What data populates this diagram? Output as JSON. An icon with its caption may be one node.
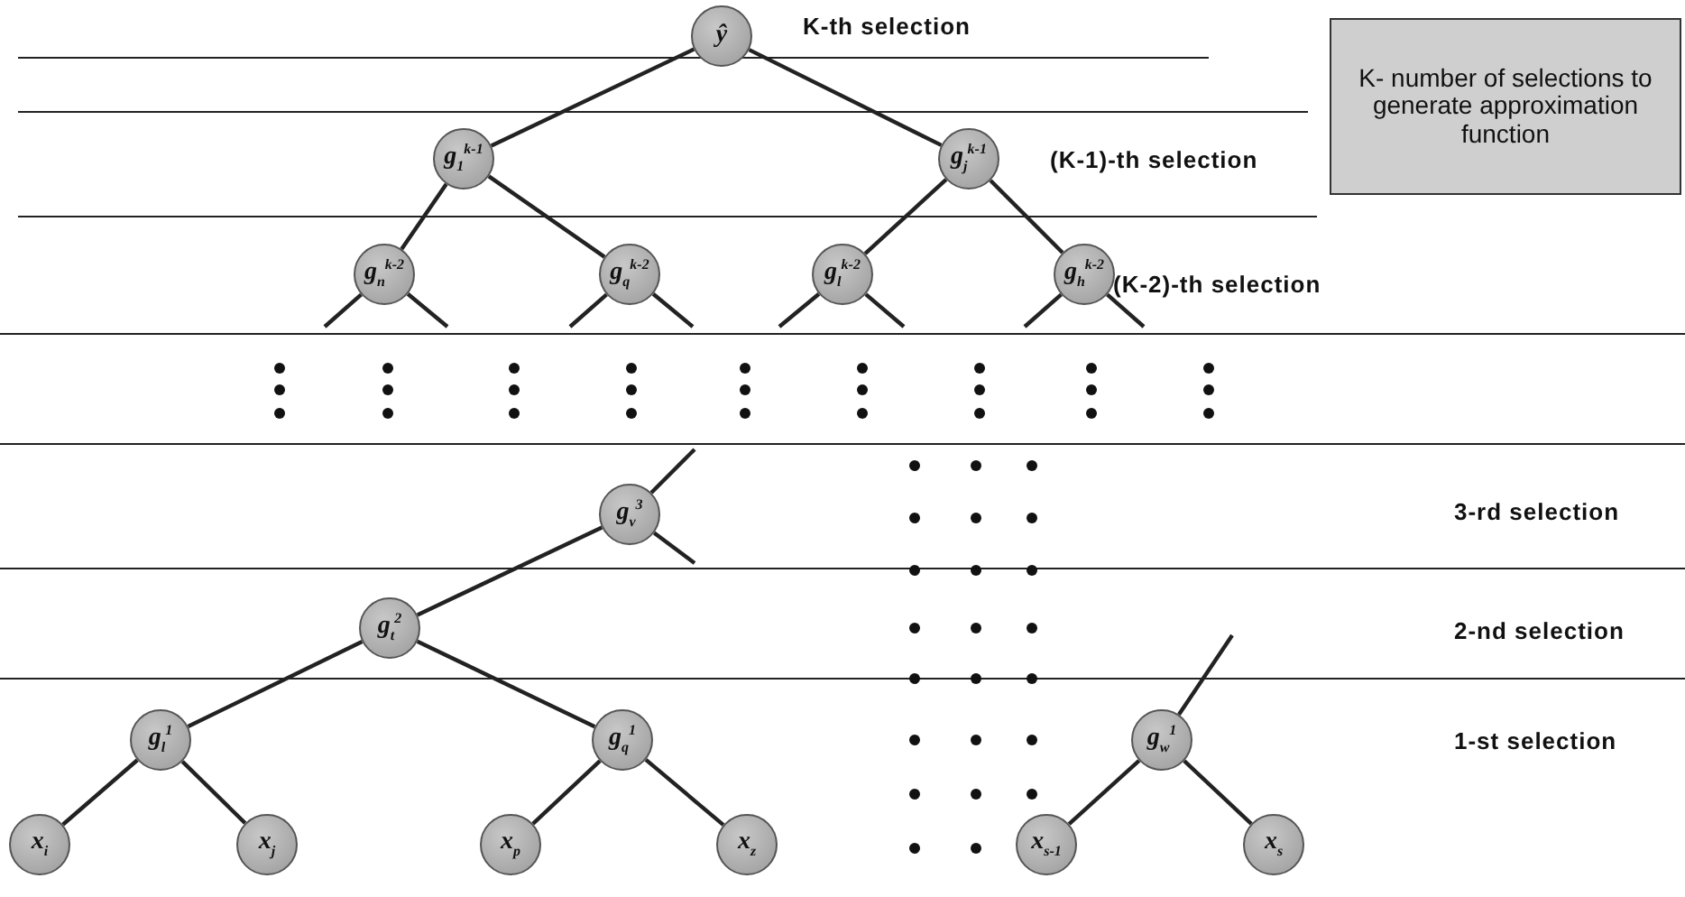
{
  "diagram": {
    "nodes": [
      {
        "text": [
          "ŷ"
        ]
      },
      {
        "text": [
          "g$_{1}$$^{k-1}$"
        ]
      },
      {
        "text": [
          "g$_{j}$$^{k-1}$"
        ]
      },
      {
        "text": [
          "g$_{n}$$^{k-2}$"
        ]
      },
      {
        "text": [
          "g$_{q}$$^{k-2}$"
        ]
      },
      {
        "text": [
          "g$_{l}$$^{k-2}$"
        ]
      },
      {
        "text": [
          "g$_{h}$$^{k-2}$"
        ]
      },
      {
        "text": [
          "g$_{v}$$^{3}$"
        ]
      },
      {
        "text": [
          "g$_{t}$$^{2}$"
        ]
      },
      {
        "text": [
          "g$_{l}$$^{1}$"
        ]
      },
      {
        "text": [
          "g$_{q}$$^{1}$"
        ]
      },
      {
        "text": [
          "g$_{w}$$^{1}$"
        ]
      },
      {
        "text": [
          "x$_{i}$"
        ]
      },
      {
        "text": [
          "x$_{j}$"
        ]
      },
      {
        "text": [
          "x$_{p}$"
        ]
      },
      {
        "text": [
          "x$_{z}$"
        ]
      },
      {
        "text": [
          "x$_{s-1}$"
        ]
      },
      {
        "text": [
          "x$_{s}$"
        ]
      },
      {
        "text": [
          "K- number of selections to generate approximation function"
        ]
      }
    ],
    "edges": [
      {
        "from": 0,
        "to": 1,
        "arrow": "none"
      },
      {
        "from": 0,
        "to": 2,
        "arrow": "none"
      },
      {
        "from": 1,
        "to": 3,
        "arrow": "none"
      },
      {
        "from": 1,
        "to": 4,
        "arrow": "none"
      },
      {
        "from": 2,
        "to": 5,
        "arrow": "none"
      },
      {
        "from": 2,
        "to": 6,
        "arrow": "none"
      },
      {
        "from": 3,
        "to": null,
        "arrow": "none"
      },
      {
        "from": 3,
        "to": null,
        "arrow": "none"
      },
      {
        "from": 4,
        "to": null,
        "arrow": "none"
      },
      {
        "from": 4,
        "to": null,
        "arrow": "none"
      },
      {
        "from": 5,
        "to": null,
        "arrow": "none"
      },
      {
        "from": 5,
        "to": null,
        "arrow": "none"
      },
      {
        "from": 6,
        "to": null,
        "arrow": "none"
      },
      {
        "from": 6,
        "to": null,
        "arrow": "none"
      },
      {
        "from": null,
        "to": 7,
        "arrow": "none"
      },
      {
        "from": 7,
        "to": 8,
        "arrow": "none"
      },
      {
        "from": 7,
        "to": null,
        "arrow": "none"
      },
      {
        "from": 8,
        "to": 9,
        "arrow": "none"
      },
      {
        "from": 8,
        "to": 10,
        "arrow": "none"
      },
      {
        "from": null,
        "to": 11,
        "arrow": "none"
      },
      {
        "from": 9,
        "to": 12,
        "arrow": "none"
      },
      {
        "from": 9,
        "to": 13,
        "arrow": "none"
      },
      {
        "from": 10,
        "to": 14,
        "arrow": "none"
      },
      {
        "from": 10,
        "to": 15,
        "arrow": "none"
      },
      {
        "from": 11,
        "to": 16,
        "arrow": "none"
      },
      {
        "from": 11,
        "to": 17,
        "arrow": "none"
      }
    ],
    "labels": [
      "K-th selection",
      "(K-1)-th selection",
      "(K-2)-th selection",
      "3-rd selection",
      "2-nd selection",
      "1-st selection"
    ]
  }
}
